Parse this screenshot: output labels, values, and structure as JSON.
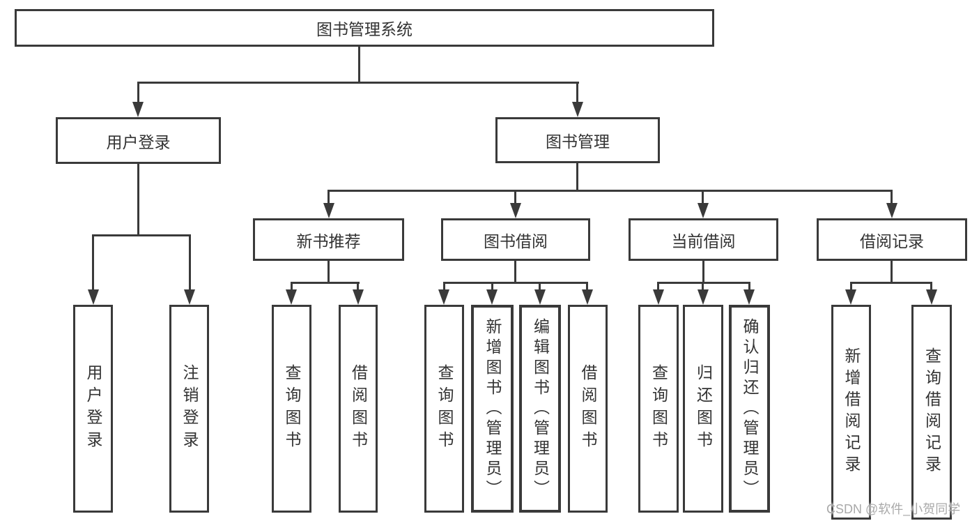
{
  "tree": {
    "root": {
      "label": "图书管理系统"
    },
    "branches": [
      {
        "label": "用户登录",
        "children": [
          {
            "label": "用户登录"
          },
          {
            "label": "注销登录"
          }
        ]
      },
      {
        "label": "图书管理",
        "children": [
          {
            "label": "新书推荐",
            "children": [
              {
                "label": "查询图书"
              },
              {
                "label": "借阅图书"
              }
            ]
          },
          {
            "label": "图书借阅",
            "children": [
              {
                "label": "查询图书"
              },
              {
                "label": "新增图书（管理员）"
              },
              {
                "label": "编辑图书（管理员）"
              },
              {
                "label": "借阅图书"
              }
            ]
          },
          {
            "label": "当前借阅",
            "children": [
              {
                "label": "查询图书"
              },
              {
                "label": "归还图书"
              },
              {
                "label": "确认归还（管理员）"
              }
            ]
          },
          {
            "label": "借阅记录",
            "children": [
              {
                "label": "新增借阅记录"
              },
              {
                "label": "查询借阅记录"
              }
            ]
          }
        ]
      }
    ]
  },
  "watermark": {
    "text": "CSDN @软件_小贺同学"
  },
  "colors": {
    "line": "#3a3a3a",
    "text": "#333333",
    "background": "#ffffff",
    "watermark": "#a9a9a9"
  }
}
